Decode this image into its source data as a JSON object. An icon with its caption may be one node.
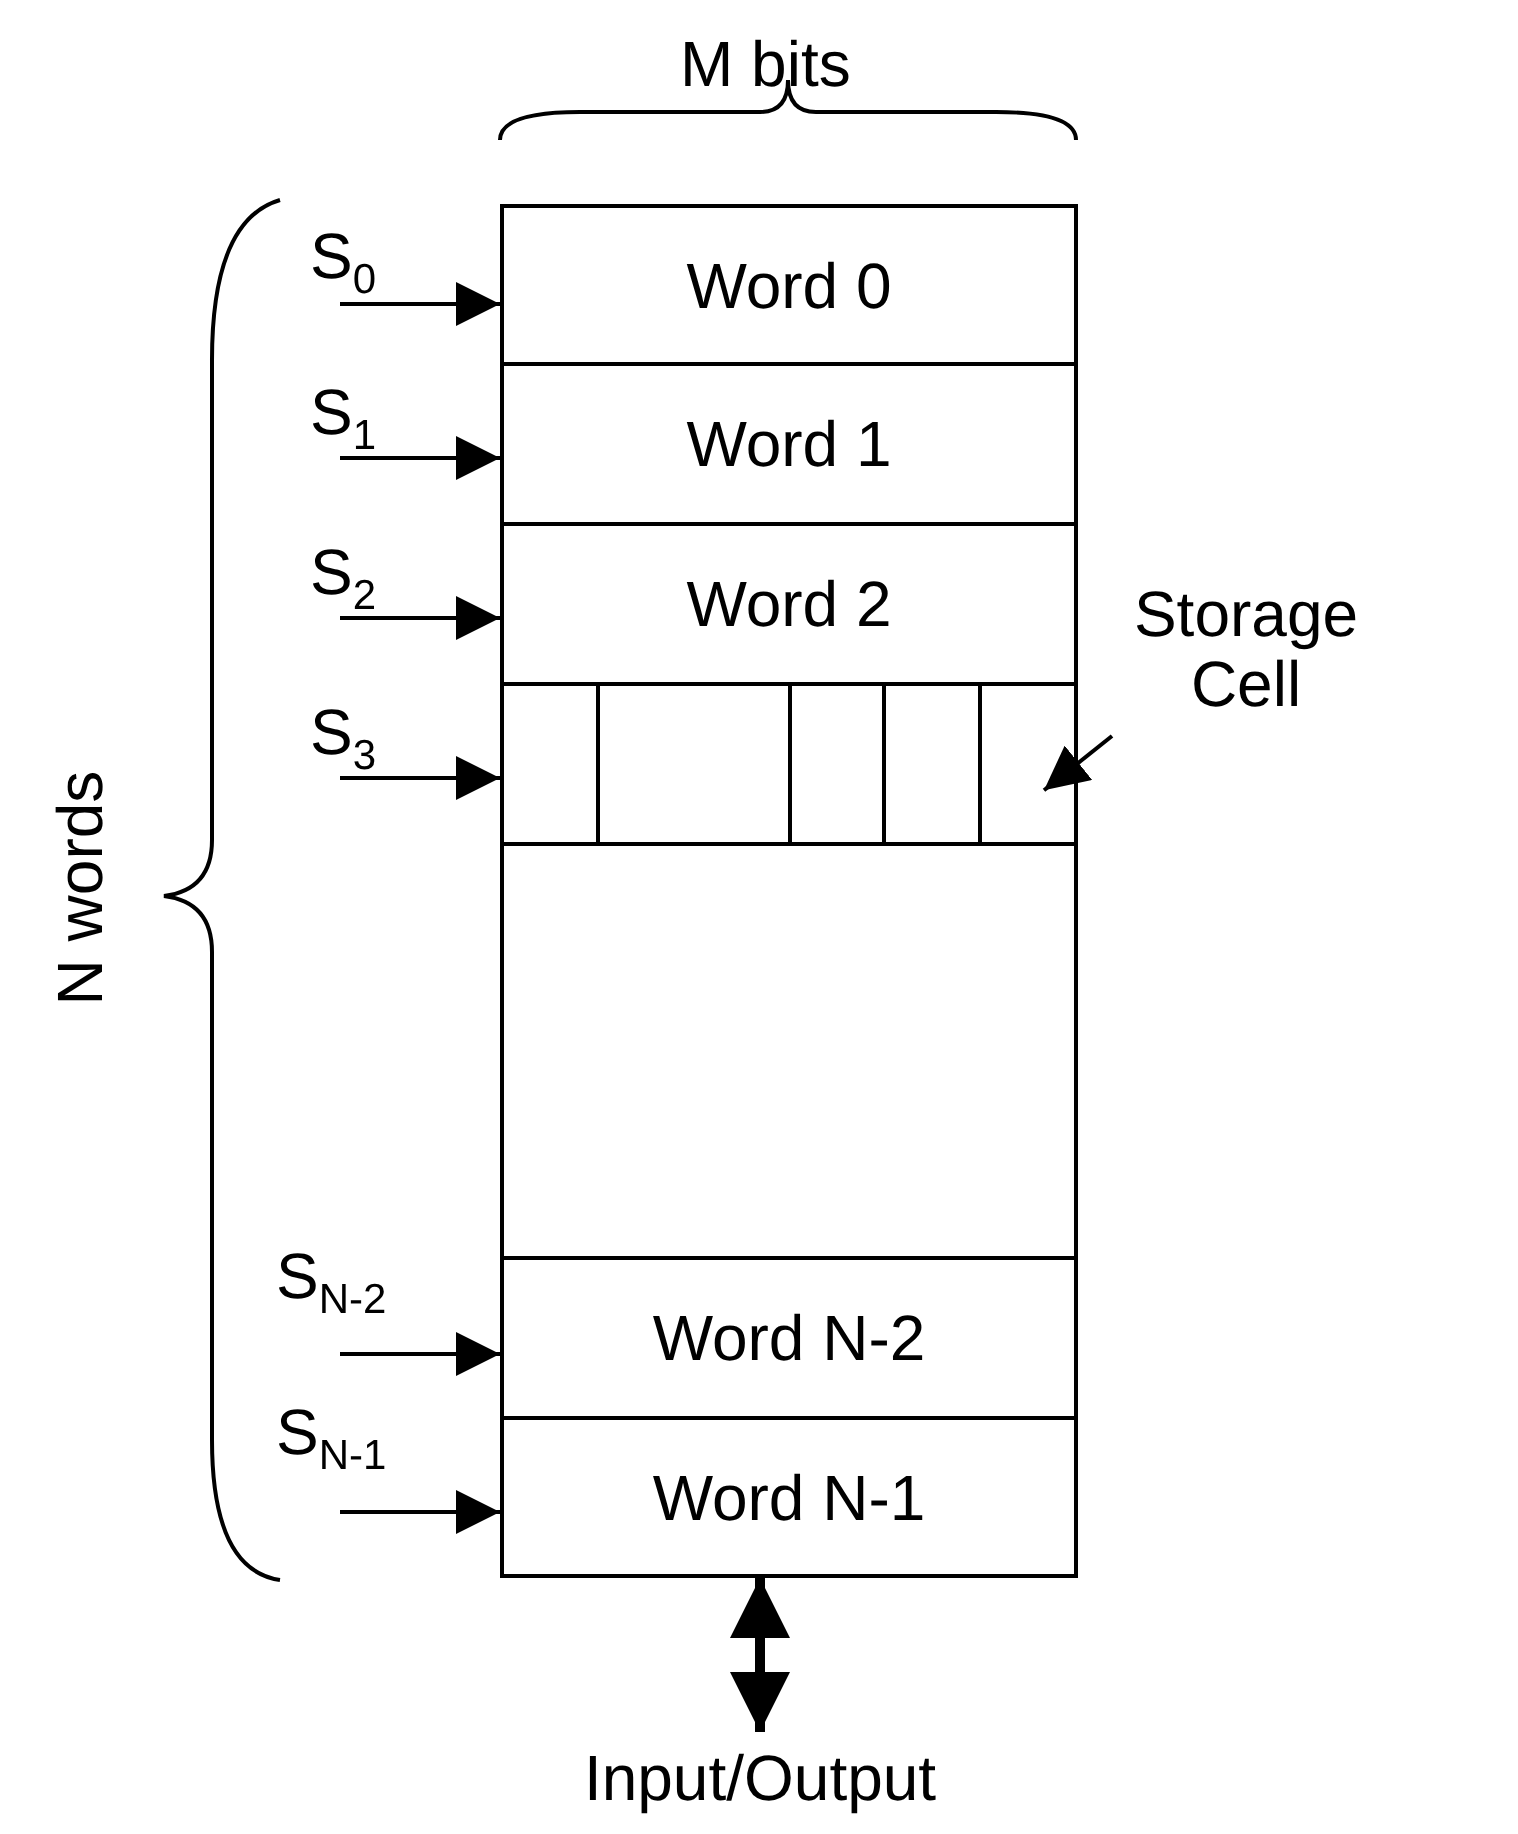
{
  "diagram": {
    "nodes": [
      {
        "text": [],
        "shape": "box"
      },
      {
        "text": [
          "Word 0"
        ],
        "in": 0
      },
      {
        "text": [
          "Word 1"
        ],
        "in": 0
      },
      {
        "text": [
          "Word 2"
        ],
        "in": 0
      },
      {
        "text": [],
        "shape": "box",
        "in": 0
      },
      {
        "text": [],
        "shape": "box",
        "in": 4
      },
      {
        "text": [],
        "shape": "box",
        "in": 4
      },
      {
        "text": [],
        "shape": "box",
        "in": 4
      },
      {
        "text": [],
        "shape": "box",
        "in": 4
      },
      {
        "text": [],
        "shape": "box",
        "in": 4
      },
      {
        "text": [
          "Word N-2"
        ],
        "in": 0
      },
      {
        "text": [
          "Word N-1"
        ],
        "in": 0
      },
      {
        "text": [
          "Storage Cell"
        ]
      },
      {
        "text": [
          "Input/Output"
        ]
      }
    ],
    "edges": [
      {
        "from": null,
        "to": 1,
        "arrow": "to",
        "label": "S$_{0}$"
      },
      {
        "from": null,
        "to": 2,
        "arrow": "to",
        "label": "S$_{1}$"
      },
      {
        "from": null,
        "to": 3,
        "arrow": "to",
        "label": "S$_{2}$"
      },
      {
        "from": null,
        "to": 4,
        "arrow": "to",
        "label": "S$_{3}$"
      },
      {
        "from": null,
        "to": 10,
        "arrow": "to",
        "label": "S$_{N-2}$"
      },
      {
        "from": null,
        "to": 11,
        "arrow": "to",
        "label": "S$_{N-1}$"
      },
      {
        "from": 12,
        "to": 9,
        "arrow": "to"
      },
      {
        "from": 0,
        "to": 13,
        "arrow": "both",
        "style": "thick"
      }
    ],
    "labels": [
      "M bits",
      "N words"
    ]
  }
}
